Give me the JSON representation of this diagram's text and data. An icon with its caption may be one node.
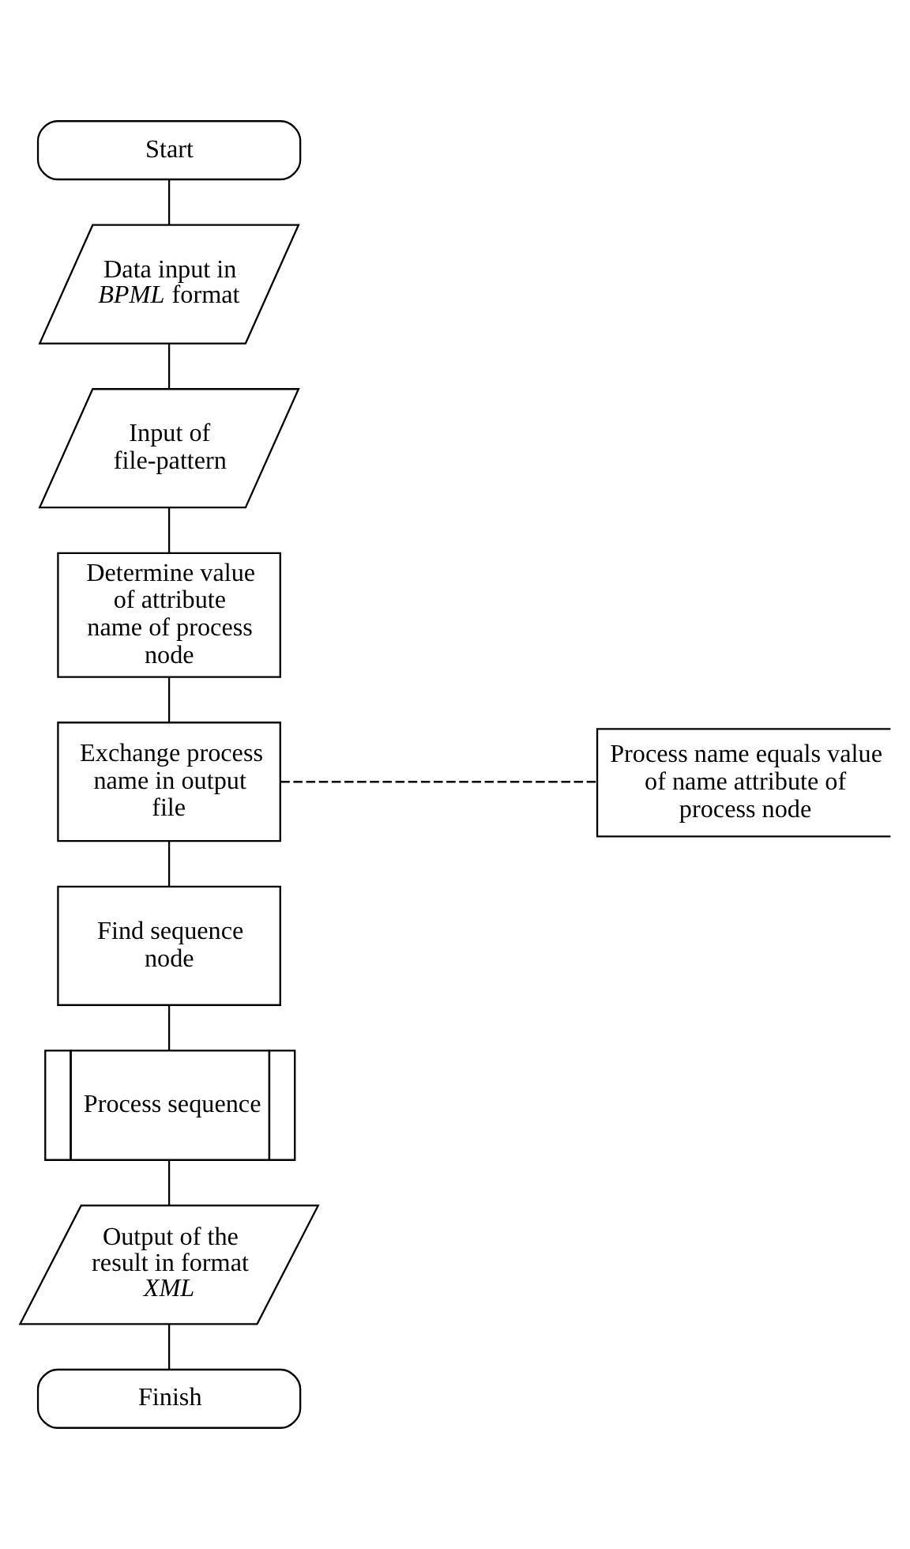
{
  "diagram": {
    "nodes": [
      {
        "text": [
          "Start"
        ]
      },
      {
        "text": [
          "Data input in *BPML* format"
        ]
      },
      {
        "text": [
          "Input of file-pattern"
        ]
      },
      {
        "text": [
          "Determine value of attribute name of process node"
        ]
      },
      {
        "text": [
          "Exchange process name in output file"
        ]
      },
      {
        "text": [
          "Process name equals value of name attribute of process node"
        ]
      },
      {
        "text": [
          "Find sequence node"
        ]
      },
      {
        "text": [
          "Process sequence"
        ]
      },
      {
        "text": [
          "Output of the result in format *XML*"
        ]
      },
      {
        "text": [
          "Finish"
        ]
      }
    ],
    "edges": [
      {
        "from": 0,
        "to": 1,
        "arrow": "none"
      },
      {
        "from": 1,
        "to": 2,
        "arrow": "none"
      },
      {
        "from": 2,
        "to": 3,
        "arrow": "none"
      },
      {
        "from": 3,
        "to": 4,
        "arrow": "none"
      },
      {
        "from": 4,
        "to": 5,
        "arrow": "none",
        "style": "dashed"
      },
      {
        "from": 4,
        "to": 6,
        "arrow": "none"
      },
      {
        "from": 6,
        "to": 7,
        "arrow": "none"
      },
      {
        "from": 7,
        "to": 8,
        "arrow": "none"
      },
      {
        "from": 8,
        "to": 9,
        "arrow": "none"
      }
    ]
  }
}
